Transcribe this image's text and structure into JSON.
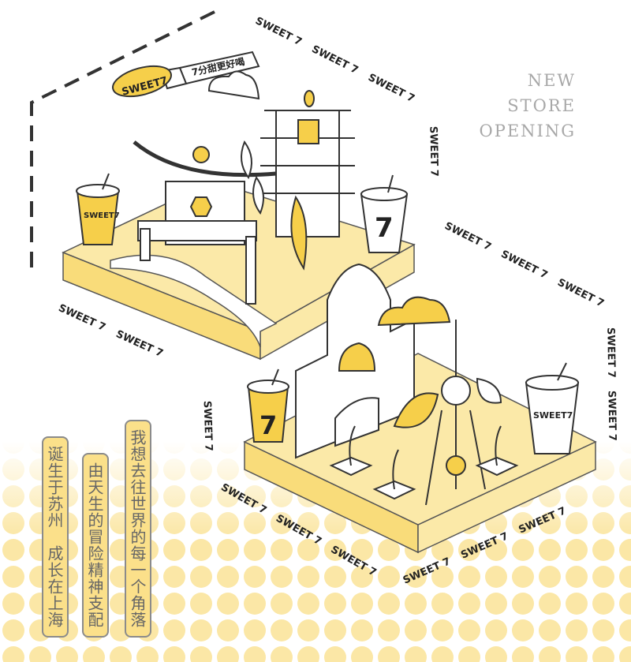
{
  "headline": {
    "line1": "NEW",
    "line2": "STORE",
    "line3": "OPENING"
  },
  "blimp": {
    "label": "SWEET7",
    "banner": "7分甜更好喝"
  },
  "ribbon_text": "SWEET 7",
  "cups": {
    "suzhou_left": "SWEET7",
    "suzhou_right": "7",
    "shanghai_left": "7",
    "shanghai_right": "SWEET7"
  },
  "taglines": [
    "诞生于苏州　成长在上海",
    "由天生的冒险精神支配",
    "我想去往世界的每一个角落"
  ],
  "colors": {
    "yellow": "#f6cf4a",
    "pale_yellow": "#fbe9a8",
    "outline": "#333333",
    "headline": "#a8a8a8"
  }
}
